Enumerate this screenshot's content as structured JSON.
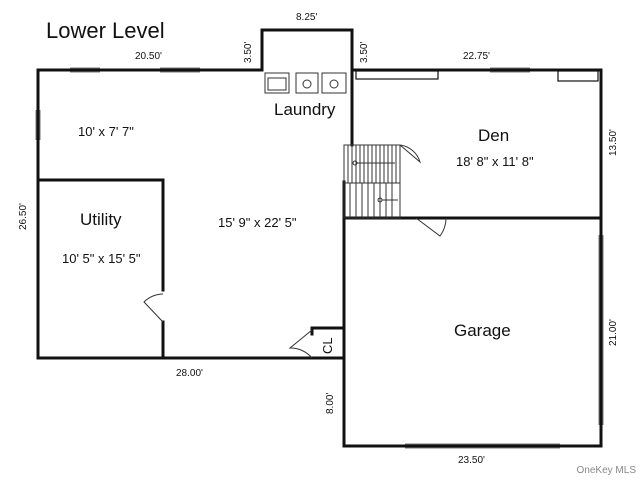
{
  "title": "Lower Level",
  "rooms": {
    "laundry": {
      "name": "Laundry"
    },
    "den": {
      "name": "Den",
      "size": "18' 8\" x 11' 8\""
    },
    "utility": {
      "name": "Utility",
      "size": "10' 5\" x 15' 5\""
    },
    "main": {
      "size": "15' 9\" x 22' 5\""
    },
    "upper_left": {
      "size": "10' x 7' 7\""
    },
    "garage": {
      "name": "Garage"
    },
    "closet": {
      "name": "CL"
    }
  },
  "dimensions": {
    "top_bump": "8.25'",
    "top_left": "20.50'",
    "bump_left": "3.50'",
    "bump_right": "3.50'",
    "top_right": "22.75'",
    "den_side": "13.50'",
    "left_side": "26.50'",
    "bottom_left": "28.00'",
    "garage_side": "21.00'",
    "garage_left": "8.00'",
    "bottom_right": "23.50'"
  },
  "watermark": "OneKey MLS"
}
